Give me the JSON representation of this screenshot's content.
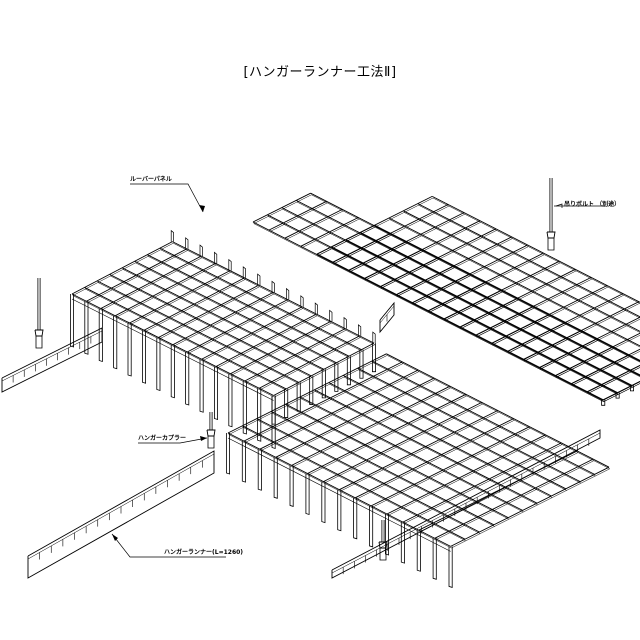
{
  "title": "[ハンガーランナー工法Ⅱ]",
  "labels": {
    "louver_panel": "ルーバーパネル",
    "hanger_bolt": "吊りボルト （別途）",
    "hanger_coupler": "ハンガーカプラー",
    "hanger_runner": "ハンガーランナー(L=1260)"
  }
}
